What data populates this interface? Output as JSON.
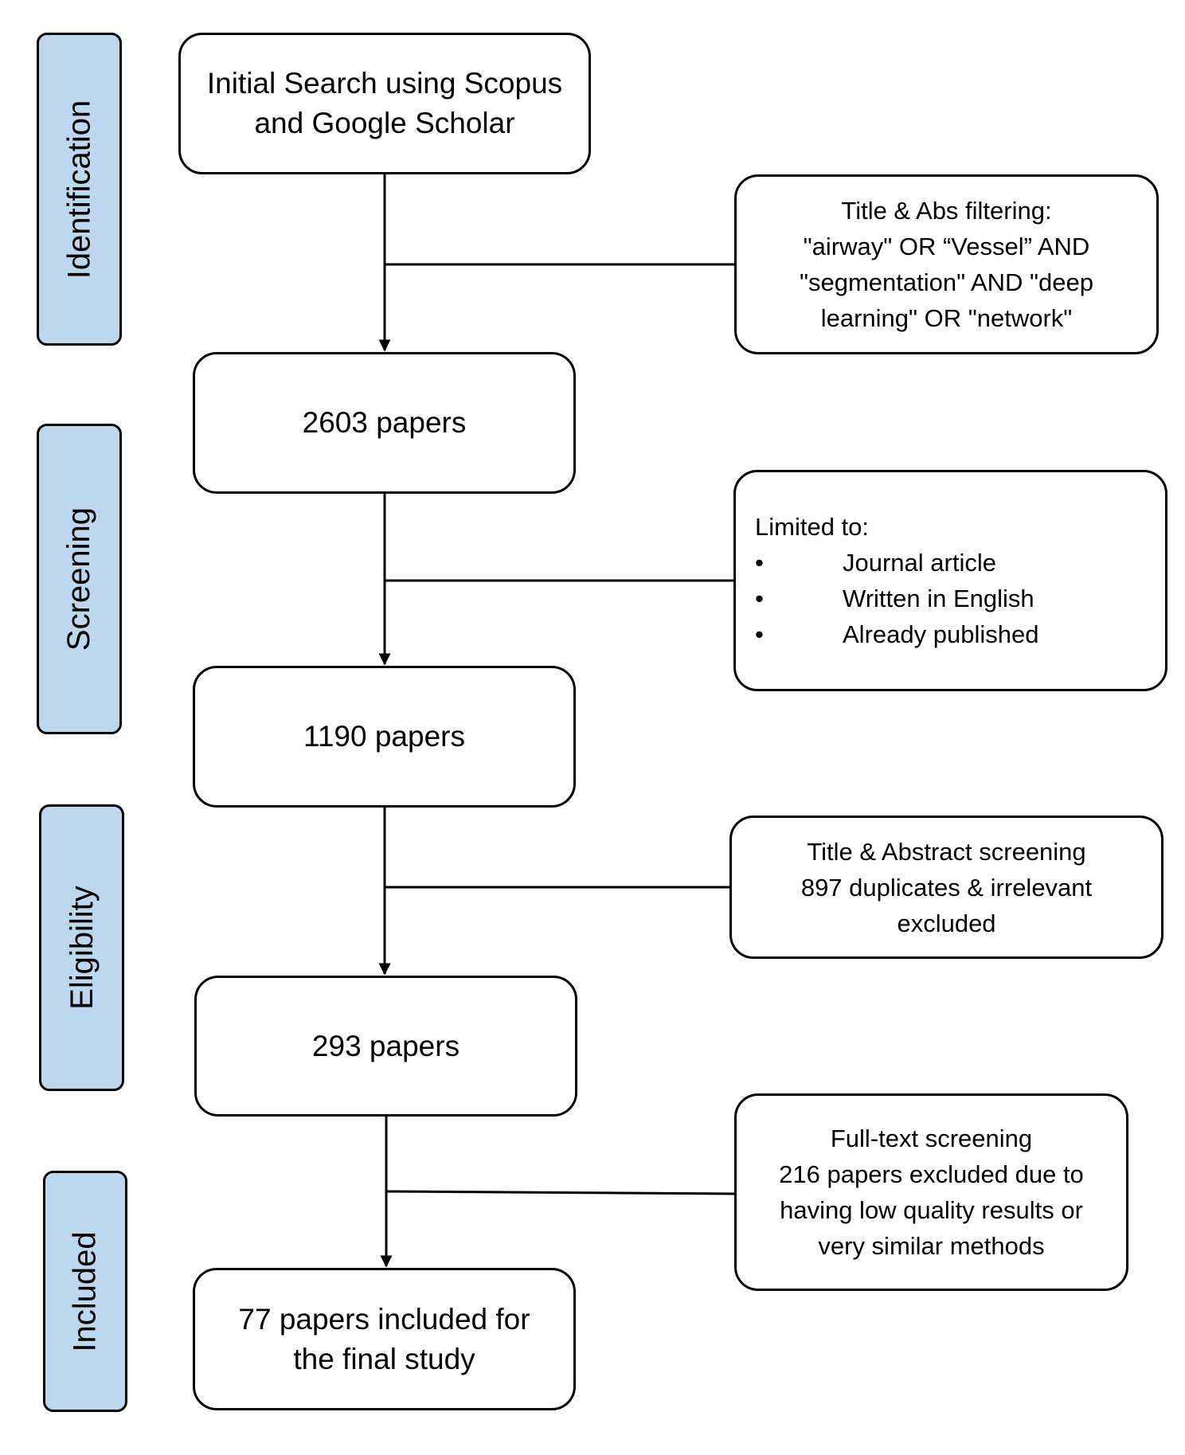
{
  "phases": {
    "identification": "Identification",
    "screening": "Screening",
    "eligibility": "Eligibility",
    "included": "Included"
  },
  "main_boxes": {
    "initial_search": {
      "line1": "Initial Search using Scopus",
      "line2": "and Google Scholar"
    },
    "papers_2603": {
      "line1": "2603 papers"
    },
    "papers_1190": {
      "line1": "1190 papers"
    },
    "papers_293": {
      "line1": "293 papers"
    },
    "final": {
      "line1": "77 papers included for",
      "line2": "the final study"
    }
  },
  "side_boxes": {
    "title_abs_filtering": {
      "line1": "Title & Abs filtering:",
      "line2": "\"airway\" OR “Vessel” AND",
      "line3": "\"segmentation\" AND \"deep",
      "line4": "learning\" OR \"network\""
    },
    "limited_to": {
      "title": "Limited to:",
      "bullet": "•",
      "items": [
        "Journal article",
        "Written in English",
        "Already published"
      ]
    },
    "title_abstract_screening": {
      "line1": "Title & Abstract screening",
      "line2": "897 duplicates & irrelevant",
      "line3": "excluded"
    },
    "full_text_screening": {
      "line1": "Full-text screening",
      "line2": "216 papers excluded due to",
      "line3": "having low quality results or",
      "line4": "very similar methods"
    }
  },
  "colors": {
    "phase_fill": "#bdd7ee",
    "stroke": "#000000",
    "box_fill": "#ffffff"
  }
}
